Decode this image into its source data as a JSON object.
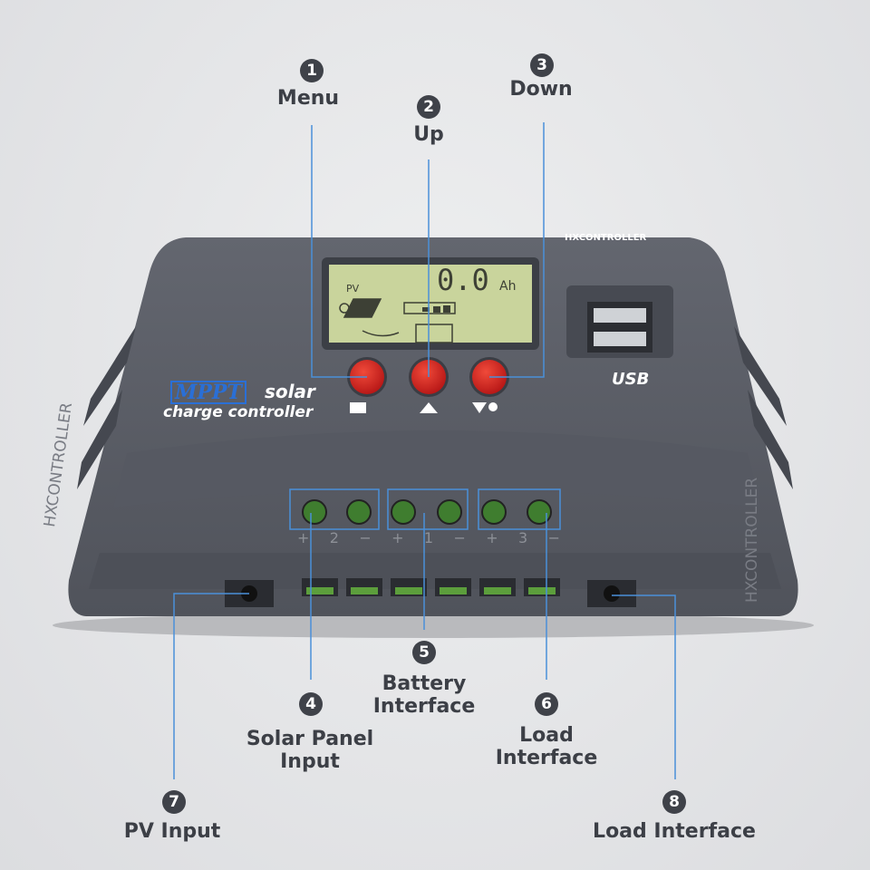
{
  "device": {
    "brand_top": "HXCONTROLLER",
    "brand_side": "HXCONTROLLER",
    "logo_mppt": "MPPT",
    "logo_solar": "solar",
    "logo_subtitle": "charge controller",
    "usb_logo": "USB",
    "lcd": {
      "pv": "PV",
      "reading": "0.0",
      "unit": "Ah"
    },
    "terminal_labels": [
      "+",
      "2",
      "−",
      "+",
      "1",
      "−",
      "+",
      "3",
      "−"
    ],
    "colors": {
      "body": "#5b5e67",
      "lcd": "#c9d49c",
      "button": "#d42020",
      "callout_line": "#4a90d9",
      "terminal": "#3f7d2f"
    }
  },
  "callouts": [
    {
      "number": "1",
      "label": "Menu"
    },
    {
      "number": "2",
      "label": "Up"
    },
    {
      "number": "3",
      "label": "Down"
    },
    {
      "number": "4",
      "label": "Solar Panel\nInput"
    },
    {
      "number": "5",
      "label": "Battery\nInterface"
    },
    {
      "number": "6",
      "label": "Load\nInterface"
    },
    {
      "number": "7",
      "label": "PV Input"
    },
    {
      "number": "8",
      "label": "Load Interface"
    }
  ]
}
